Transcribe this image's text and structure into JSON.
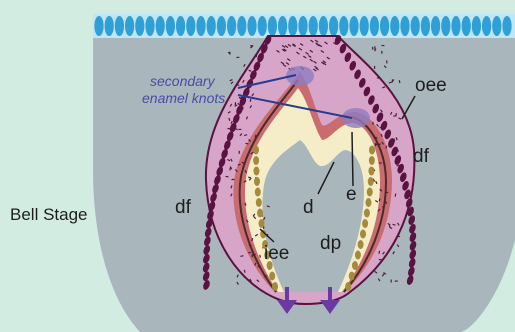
{
  "stage_title": "Bell Stage",
  "labels": {
    "knots_line1": "secondary",
    "knots_line2": "enamel knots",
    "oee": "oee",
    "df_right": "df",
    "df_left": "df",
    "d": "d",
    "e": "e",
    "iee": "iee",
    "dp": "dp"
  },
  "colors": {
    "background": "#d3ece2",
    "mesenchyme": "#a9b7bd",
    "epithelium_top": "#2f9fd6",
    "enamel_organ": "#d7a5c8",
    "outer_cells": "#5a1240",
    "ameloblast_layer": "#c96c6f",
    "odontoblast_layer": "#f4edc8",
    "odontoblast_nuclei": "#a48a3c",
    "enamel_knot": "#8e7cc0",
    "arrows": "#6b3aa0",
    "knot_label": "#4a4aa6"
  },
  "icons": [
    "growth-arrow-icon",
    "growth-arrow-icon"
  ]
}
